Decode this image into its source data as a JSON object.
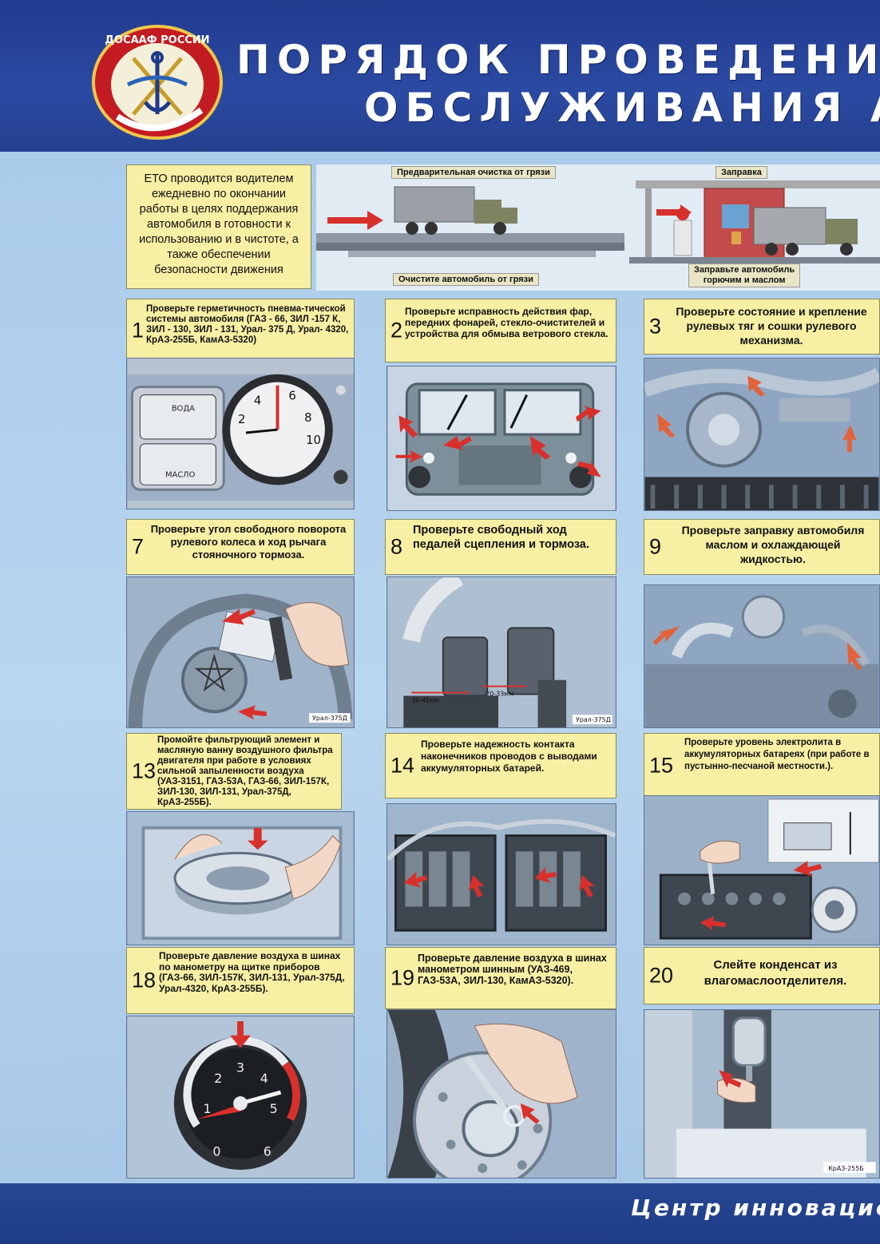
{
  "header": {
    "logo_text": "ДОСААФ РОССИИ",
    "title_line1": "ПОРЯДОК ПРОВЕДЕНИЯ",
    "title_line2": "ОБСЛУЖИВАНИЯ А"
  },
  "eto_text": "ЕТО проводится водителем ежедневно по окончании работы в целях поддержания автомобиля в готовности к использованию и в чистоте, а также обеспечении безопасности движения",
  "scene": {
    "caption_clean_top": "Предварительная очистка от грязи",
    "caption_clean_bottom": "Очистите автомобиль от грязи",
    "caption_fuel_top": "Заправка",
    "caption_fuel_bottom_1": "Заправьте автомобиль",
    "caption_fuel_bottom_2": "горючим и маслом"
  },
  "steps": [
    {
      "num": "1",
      "text": "Проверьте герметичность пневма-тической системы автомобиля (ГАЗ - 66, ЗИЛ -157 К, ЗИЛ - 130, ЗИЛ - 131, Урал- 375 Д, Урал- 4320, КрАЗ-255Б, КамАЗ-5320)"
    },
    {
      "num": "2",
      "text": "Проверьте исправность действия фар, передних фонарей, стекло-очистителей и устройства для обмыва ветрового стекла."
    },
    {
      "num": "3",
      "text": "Проверьте состояние и крепление рулевых тяг и сошки рулевого механизма."
    },
    {
      "num": "7",
      "text": "Проверьте угол свободного поворота рулевого колеса и ход рычага стояночного тормоза."
    },
    {
      "num": "8",
      "text": "Проверьте свободный ход педалей сцепления и тормоза."
    },
    {
      "num": "9",
      "text": "Проверьте заправку автомобиля маслом и охлаждающей жидкостью."
    },
    {
      "num": "13",
      "text": "Промойте фильтрующий элемент и масляную ванну воздушного фильтра двигателя при работе в условиях сильной запыленности воздуха (УАЗ-3151, ГАЗ-53А, ГАЗ-66, ЗИЛ-157К, ЗИЛ-130, ЗИЛ-131, Урал-375Д, КрАЗ-255Б)."
    },
    {
      "num": "14",
      "text": "Проверьте надежность контакта наконечников проводов с выводами аккумуляторных батарей."
    },
    {
      "num": "15",
      "text": "Проверьте уровень электролита в аккумуляторных батареях (при работе в пустынно-песчаной местности.)."
    },
    {
      "num": "18",
      "text": "Проверьте давление воздуха в шинах по манометру на щитке приборов (ГАЗ-66, ЗИЛ-157К, ЗИЛ-131, Урал-375Д, Урал-4320, КрАЗ-255Б)."
    },
    {
      "num": "19",
      "text": "Проверьте давление воздуха в шинах манометром шинным (УАЗ-469, ГАЗ-53А, ЗИЛ-130, КамАЗ-5320)."
    },
    {
      "num": "20",
      "text": "Слейте конденсат из влагомаслоотделителя."
    }
  ],
  "image_labels": {
    "gauge_voda": "ВОДА",
    "gauge_maslo": "МАСЛО",
    "clock_digits": [
      "2",
      "4",
      "6",
      "8",
      "10"
    ],
    "ural_tag_7": "Урал-375Д",
    "pedal_a": "30-45мм",
    "pedal_b": "20-33мм",
    "ural_tag_8": "Урал-375Д",
    "gauge18_digits": [
      "0",
      "1",
      "2",
      "3",
      "4",
      "5",
      "6"
    ],
    "kraz_tag": "КрАЗ-255Б"
  },
  "footer": "Центр инновацион"
}
